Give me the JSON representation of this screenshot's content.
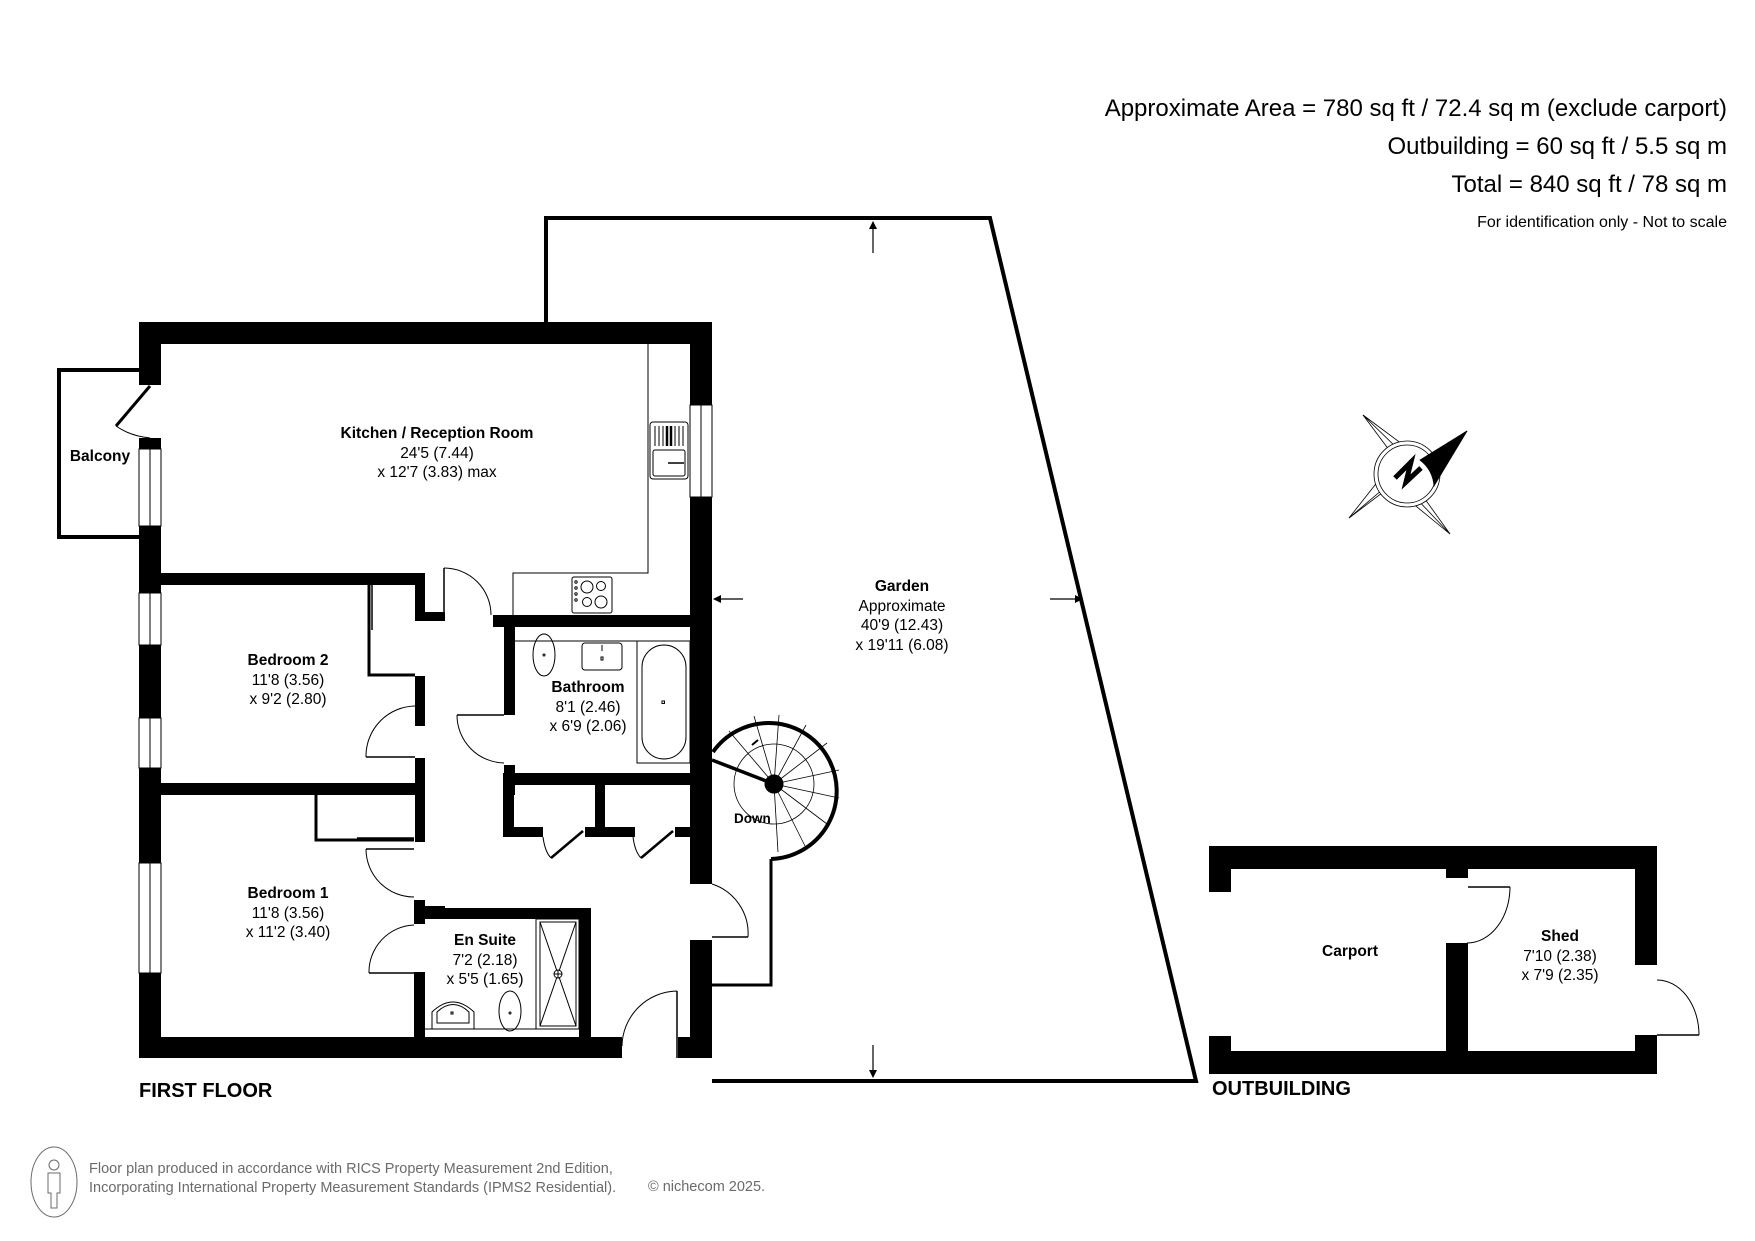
{
  "summary": {
    "approximate_area": "Approximate Area = 780 sq ft / 72.4 sq m (exclude carport)",
    "outbuilding": "Outbuilding = 60 sq ft / 5.5 sq m",
    "total": "Total = 840 sq ft / 78 sq m",
    "disclaimer": "For identification only - Not to scale"
  },
  "floors": {
    "first_floor": "FIRST FLOOR",
    "outbuilding": "OUTBUILDING"
  },
  "rooms": {
    "kitchen": {
      "name": "Kitchen / Reception Room",
      "dim1": "24'5 (7.44)",
      "dim2": "x 12'7 (3.83) max"
    },
    "balcony": {
      "name": "Balcony"
    },
    "bedroom2": {
      "name": "Bedroom 2",
      "dim1": "11'8 (3.56)",
      "dim2": "x 9'2 (2.80)"
    },
    "bathroom": {
      "name": "Bathroom",
      "dim1": "8'1 (2.46)",
      "dim2": "x 6'9 (2.06)"
    },
    "bedroom1": {
      "name": "Bedroom 1",
      "dim1": "11'8 (3.56)",
      "dim2": "x 11'2 (3.40)"
    },
    "ensuite": {
      "name": "En Suite",
      "dim1": "7'2 (2.18)",
      "dim2": "x 5'5 (1.65)"
    },
    "garden": {
      "name": "Garden",
      "note": "Approximate",
      "dim1": "40'9 (12.43)",
      "dim2": "x 19'11 (6.08)"
    },
    "carport": {
      "name": "Carport"
    },
    "shed": {
      "name": "Shed",
      "dim1": "7'10 (2.38)",
      "dim2": "x 7'9 (2.35)"
    }
  },
  "stairs": {
    "label": "Down"
  },
  "compass": {
    "label": "N",
    "icon": "north-compass-icon"
  },
  "footer": {
    "line1": "Floor plan produced in accordance with RICS Property Measurement 2nd Edition,",
    "line2": "Incorporating International Property Measurement Standards (IPMS2 Residential).",
    "copyright": "© nichecom 2025.",
    "icon": "person-icon"
  },
  "colors": {
    "wall": "#000000",
    "background": "#ffffff",
    "footer_text": "#6b6b6b"
  }
}
